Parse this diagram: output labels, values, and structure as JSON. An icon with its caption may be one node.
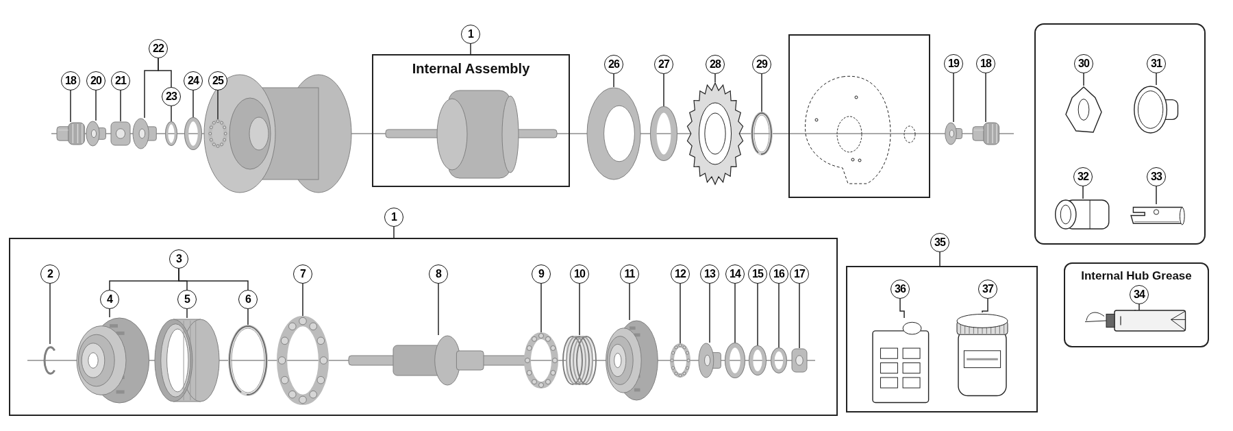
{
  "diagram": {
    "nodes": [
      {
        "text": [
          "Internal Assembly"
        ]
      },
      {
        "text": [],
        "shape": "box"
      },
      {
        "text": [],
        "shape": "box"
      },
      {
        "text": [],
        "shape": "box"
      },
      {
        "text": [],
        "shape": "box"
      },
      {
        "text": [
          "Internal Hub Grease"
        ]
      },
      {
        "text": [
          "18"
        ]
      },
      {
        "text": [],
        "shape": "picture"
      },
      {
        "text": [
          "20"
        ]
      },
      {
        "text": [],
        "shape": "picture"
      },
      {
        "text": [
          "21"
        ]
      },
      {
        "text": [],
        "shape": "picture"
      },
      {
        "text": [
          "22"
        ]
      },
      {
        "text": [],
        "shape": "picture"
      },
      {
        "text": [
          "23"
        ]
      },
      {
        "text": [],
        "shape": "picture"
      },
      {
        "text": [
          "24"
        ]
      },
      {
        "text": [],
        "shape": "picture"
      },
      {
        "text": [
          "25"
        ]
      },
      {
        "text": [],
        "shape": "picture"
      },
      {
        "text": [
          "1"
        ]
      },
      {
        "text": [
          "26"
        ]
      },
      {
        "text": [],
        "shape": "picture"
      },
      {
        "text": [
          "27"
        ]
      },
      {
        "text": [],
        "shape": "picture"
      },
      {
        "text": [
          "28"
        ]
      },
      {
        "text": [],
        "shape": "picture"
      },
      {
        "text": [
          "29"
        ]
      },
      {
        "text": [],
        "shape": "picture"
      },
      {
        "text": [
          "19"
        ]
      },
      {
        "text": [],
        "shape": "picture"
      },
      {
        "text": [
          "18"
        ]
      },
      {
        "text": [],
        "shape": "picture"
      },
      {
        "text": [
          "30"
        ],
        "in": 2
      },
      {
        "text": [],
        "shape": "picture",
        "in": 2
      },
      {
        "text": [
          "31"
        ],
        "in": 2
      },
      {
        "text": [],
        "shape": "picture",
        "in": 2
      },
      {
        "text": [
          "32"
        ],
        "in": 2
      },
      {
        "text": [],
        "shape": "picture",
        "in": 2
      },
      {
        "text": [
          "33"
        ],
        "in": 2
      },
      {
        "text": [],
        "shape": "picture",
        "in": 2
      },
      {
        "text": [
          "1"
        ]
      },
      {
        "text": [
          "2"
        ],
        "in": 3
      },
      {
        "text": [],
        "shape": "picture",
        "in": 3
      },
      {
        "text": [
          "3"
        ],
        "in": 3
      },
      {
        "text": [
          "4"
        ],
        "in": 3
      },
      {
        "text": [],
        "shape": "picture",
        "in": 3
      },
      {
        "text": [
          "5"
        ],
        "in": 3
      },
      {
        "text": [],
        "shape": "picture",
        "in": 3
      },
      {
        "text": [
          "6"
        ],
        "in": 3
      },
      {
        "text": [],
        "shape": "picture",
        "in": 3
      },
      {
        "text": [
          "7"
        ],
        "in": 3
      },
      {
        "text": [],
        "shape": "picture",
        "in": 3
      },
      {
        "text": [
          "8"
        ],
        "in": 3
      },
      {
        "text": [],
        "shape": "picture",
        "in": 3
      },
      {
        "text": [
          "9"
        ],
        "in": 3
      },
      {
        "text": [],
        "shape": "picture",
        "in": 3
      },
      {
        "text": [
          "10"
        ],
        "in": 3
      },
      {
        "text": [],
        "shape": "picture",
        "in": 3
      },
      {
        "text": [
          "11"
        ],
        "in": 3
      },
      {
        "text": [],
        "shape": "picture",
        "in": 3
      },
      {
        "text": [
          "12"
        ],
        "in": 3
      },
      {
        "text": [],
        "shape": "picture",
        "in": 3
      },
      {
        "text": [
          "13"
        ],
        "in": 3
      },
      {
        "text": [],
        "shape": "picture",
        "in": 3
      },
      {
        "text": [
          "14"
        ],
        "in": 3
      },
      {
        "text": [],
        "shape": "picture",
        "in": 3
      },
      {
        "text": [
          "15"
        ],
        "in": 3
      },
      {
        "text": [],
        "shape": "picture",
        "in": 3
      },
      {
        "text": [
          "16"
        ],
        "in": 3
      },
      {
        "text": [],
        "shape": "picture",
        "in": 3
      },
      {
        "text": [
          "17"
        ],
        "in": 3
      },
      {
        "text": [],
        "shape": "picture",
        "in": 3
      },
      {
        "text": [
          "35"
        ]
      },
      {
        "text": [
          "36"
        ],
        "in": 4
      },
      {
        "text": [],
        "shape": "picture",
        "in": 4
      },
      {
        "text": [
          "37"
        ],
        "in": 4
      },
      {
        "text": [],
        "shape": "picture",
        "in": 4
      },
      {
        "text": [
          "34"
        ],
        "in": 5
      },
      {
        "text": [],
        "shape": "picture",
        "in": 5
      }
    ],
    "edges": [
      {
        "from": 6,
        "to": 7,
        "arrow": "none"
      },
      {
        "from": 8,
        "to": 9,
        "arrow": "none"
      },
      {
        "from": 10,
        "to": 11,
        "arrow": "none"
      },
      {
        "from": 12,
        "to": 13,
        "arrow": "none"
      },
      {
        "from": 12,
        "to": 14,
        "arrow": "none"
      },
      {
        "from": 14,
        "to": 15,
        "arrow": "none"
      },
      {
        "from": 16,
        "to": 17,
        "arrow": "none"
      },
      {
        "from": 18,
        "to": 19,
        "arrow": "none"
      },
      {
        "from": 20,
        "to": 0,
        "arrow": "none"
      },
      {
        "from": 21,
        "to": 22,
        "arrow": "none"
      },
      {
        "from": 23,
        "to": 24,
        "arrow": "none"
      },
      {
        "from": 25,
        "to": 26,
        "arrow": "none"
      },
      {
        "from": 27,
        "to": 28,
        "arrow": "none"
      },
      {
        "from": 29,
        "to": 30,
        "arrow": "none"
      },
      {
        "from": 31,
        "to": 32,
        "arrow": "none"
      },
      {
        "from": 33,
        "to": 34,
        "arrow": "none"
      },
      {
        "from": 35,
        "to": 36,
        "arrow": "none"
      },
      {
        "from": 37,
        "to": 38,
        "arrow": "none"
      },
      {
        "from": 39,
        "to": 40,
        "arrow": "none"
      },
      {
        "from": 41,
        "to": 3,
        "arrow": "none"
      },
      {
        "from": 42,
        "to": 43,
        "arrow": "none"
      },
      {
        "from": 44,
        "to": 45,
        "arrow": "none"
      },
      {
        "from": 44,
        "to": 47,
        "arrow": "none"
      },
      {
        "from": 44,
        "to": 49,
        "arrow": "none"
      },
      {
        "from": 45,
        "to": 46,
        "arrow": "none"
      },
      {
        "from": 47,
        "to": 48,
        "arrow": "none"
      },
      {
        "from": 49,
        "to": 50,
        "arrow": "none"
      },
      {
        "from": 51,
        "to": 52,
        "arrow": "none"
      },
      {
        "from": 53,
        "to": 54,
        "arrow": "none"
      },
      {
        "from": 55,
        "to": 56,
        "arrow": "none"
      },
      {
        "from": 57,
        "to": 58,
        "arrow": "none"
      },
      {
        "from": 59,
        "to": 60,
        "arrow": "none"
      },
      {
        "from": 61,
        "to": 62,
        "arrow": "none"
      },
      {
        "from": 63,
        "to": 64,
        "arrow": "none"
      },
      {
        "from": 65,
        "to": 66,
        "arrow": "none"
      },
      {
        "from": 67,
        "to": 68,
        "arrow": "none"
      },
      {
        "from": 69,
        "to": 70,
        "arrow": "none"
      },
      {
        "from": 71,
        "to": 72,
        "arrow": "none"
      },
      {
        "from": 73,
        "to": 4,
        "arrow": "none"
      },
      {
        "from": 74,
        "to": 75,
        "arrow": "none"
      },
      {
        "from": 76,
        "to": 77,
        "arrow": "none"
      },
      {
        "from": 78,
        "to": 79,
        "arrow": "none"
      }
    ]
  }
}
